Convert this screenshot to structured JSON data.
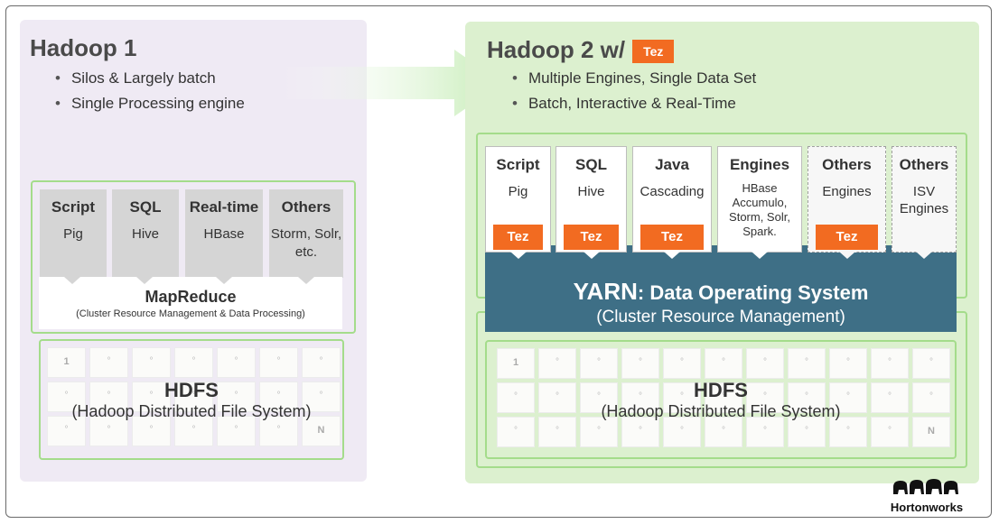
{
  "hadoop1": {
    "title": "Hadoop 1",
    "bullets": [
      "Silos & Largely batch",
      "Single Processing engine"
    ],
    "cards": [
      {
        "head": "Script",
        "body": "Pig"
      },
      {
        "head": "SQL",
        "body": "Hive"
      },
      {
        "head": "Real-time",
        "body": "HBase"
      },
      {
        "head": "Others",
        "body": "Storm, Solr, etc."
      }
    ],
    "mapreduce_title": "MapReduce",
    "mapreduce_sub": "(Cluster Resource Management & Data Processing)",
    "hdfs_title": "HDFS",
    "hdfs_sub": "(Hadoop Distributed File System)",
    "grid_first": "1",
    "grid_last": "N",
    "grid_dot": "°"
  },
  "hadoop2": {
    "title": "Hadoop 2 w/",
    "title_badge": "Tez",
    "bullets": [
      "Multiple Engines, Single Data Set",
      "Batch, Interactive & Real-Time"
    ],
    "cards": [
      {
        "head": "Script",
        "body": "Pig",
        "tez": "Tez"
      },
      {
        "head": "SQL",
        "body": "Hive",
        "tez": "Tez"
      },
      {
        "head": "Java",
        "body": "Cascading",
        "tez": "Tez"
      },
      {
        "head": "Engines",
        "body": "HBase Accumulo, Storm, Solr, Spark.",
        "tez": ""
      },
      {
        "head": "Others",
        "body": "Engines",
        "tez": "Tez"
      },
      {
        "head": "Others",
        "body": "ISV Engines",
        "tez": ""
      }
    ],
    "yarn_prefix": "YARN",
    "yarn_title": ": Data Operating System",
    "yarn_sub": "(Cluster Resource Management)",
    "hdfs_title": "HDFS",
    "hdfs_sub": "(Hadoop Distributed File System)",
    "grid_first": "1",
    "grid_last": "N",
    "grid_dot": "°"
  },
  "logo": {
    "text": "Hortonworks",
    "icon": "elephant-herd-icon"
  },
  "colors": {
    "tez": "#f26b21",
    "yarn": "#3e6f86",
    "green_border": "#a4dc8b",
    "panel1": "#efeaf4",
    "panel2": "#dcf0cf"
  }
}
